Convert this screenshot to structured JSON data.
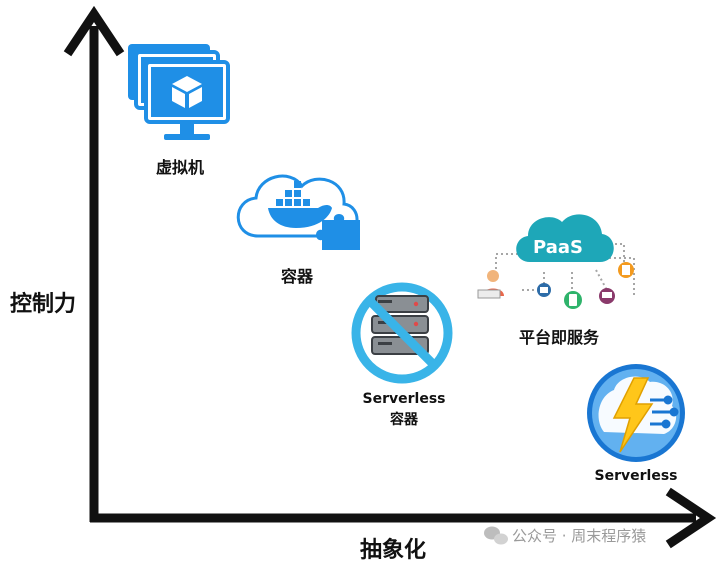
{
  "axes": {
    "y_label": "控制力",
    "x_label": "抽象化"
  },
  "items": {
    "vm": {
      "label": "虚拟机",
      "icon": "virtual-machine-icon"
    },
    "container": {
      "label": "容器",
      "icon": "docker-cloud-icon"
    },
    "serverless_container": {
      "label_line1": "Serverless",
      "label_line2": "容器",
      "icon": "no-server-icon"
    },
    "paas": {
      "label": "平台即服务",
      "cloud_text": "PaaS",
      "icon": "paas-cloud-icon"
    },
    "serverless": {
      "label": "Serverless",
      "icon": "lightning-brain-icon"
    }
  },
  "watermark": {
    "text": "公众号 · 周末程序猿",
    "icon": "wechat-icon"
  },
  "colors": {
    "axis": "#111111",
    "azure_blue": "#1f8fe6",
    "paas_teal": "#1ea7b8",
    "ban_blue": "#39b4e8",
    "bolt_yellow": "#ffc61a"
  }
}
